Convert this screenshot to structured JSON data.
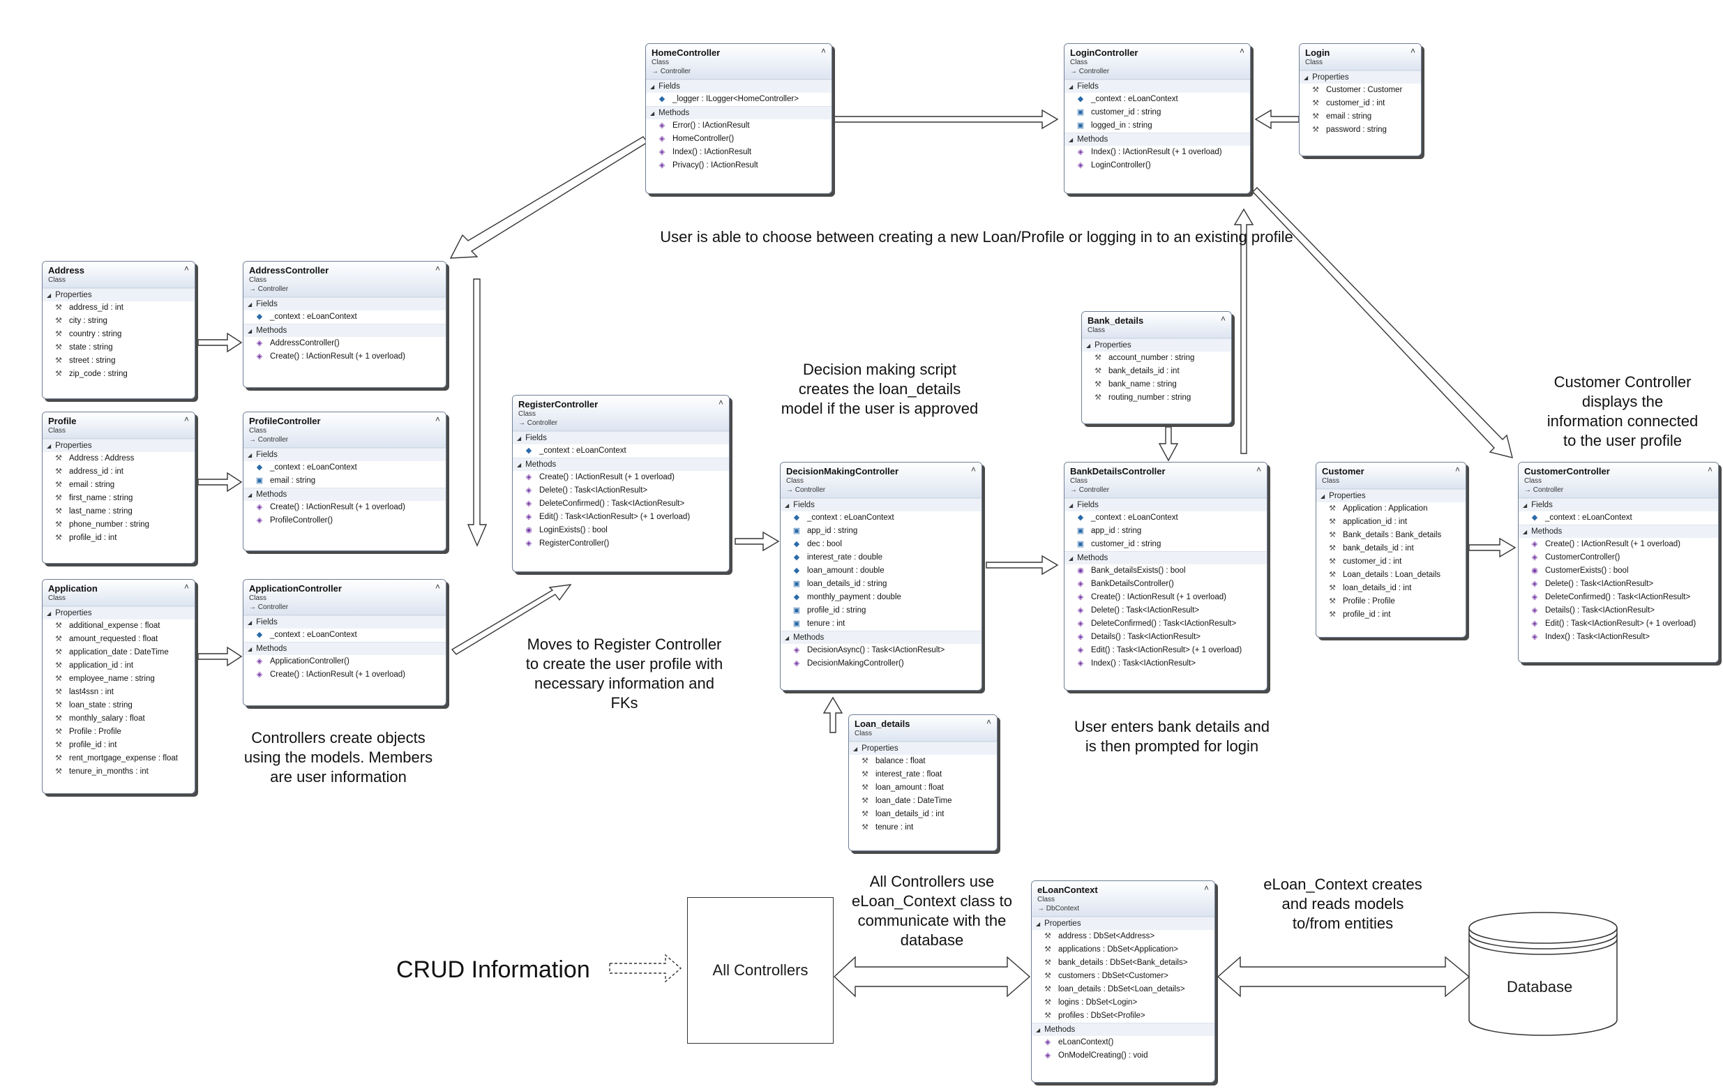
{
  "classes": {
    "home": {
      "name": "HomeController",
      "kind": "Class",
      "base": "Controller",
      "sections": [
        {
          "title": "Fields",
          "items": [
            "_logger : ILogger<HomeController>"
          ],
          "icons": [
            "field"
          ]
        },
        {
          "title": "Methods",
          "items": [
            "Error() : IActionResult",
            "HomeController()",
            "Index() : IActionResult",
            "Privacy() : IActionResult"
          ],
          "icons": [
            "method",
            "method",
            "method",
            "method"
          ]
        }
      ]
    },
    "login_ctrl": {
      "name": "LoginController",
      "kind": "Class",
      "base": "Controller",
      "sections": [
        {
          "title": "Fields",
          "items": [
            "_context : eLoanContext",
            "customer_id : string",
            "logged_in : string"
          ],
          "icons": [
            "field",
            "pfield",
            "pfield"
          ]
        },
        {
          "title": "Methods",
          "items": [
            "Index() : IActionResult (+ 1 overload)",
            "LoginController()"
          ],
          "icons": [
            "method",
            "method"
          ]
        }
      ]
    },
    "login": {
      "name": "Login",
      "kind": "Class",
      "base": "",
      "sections": [
        {
          "title": "Properties",
          "items": [
            "Customer : Customer",
            "customer_id : int",
            "email : string",
            "password : string"
          ],
          "icons": [
            "prop",
            "prop",
            "prop",
            "prop"
          ]
        }
      ]
    },
    "address": {
      "name": "Address",
      "kind": "Class",
      "base": "",
      "sections": [
        {
          "title": "Properties",
          "items": [
            "address_id : int",
            "city : string",
            "country : string",
            "state : string",
            "street : string",
            "zip_code : string"
          ],
          "icons": [
            "prop",
            "prop",
            "prop",
            "prop",
            "prop",
            "prop"
          ]
        }
      ]
    },
    "address_ctrl": {
      "name": "AddressController",
      "kind": "Class",
      "base": "Controller",
      "sections": [
        {
          "title": "Fields",
          "items": [
            "_context : eLoanContext"
          ],
          "icons": [
            "field"
          ]
        },
        {
          "title": "Methods",
          "items": [
            "AddressController()",
            "Create() : IActionResult (+ 1 overload)"
          ],
          "icons": [
            "method",
            "method"
          ]
        }
      ]
    },
    "profile": {
      "name": "Profile",
      "kind": "Class",
      "base": "",
      "sections": [
        {
          "title": "Properties",
          "items": [
            "Address : Address",
            "address_id : int",
            "email : string",
            "first_name : string",
            "last_name : string",
            "phone_number : string",
            "profile_id : int"
          ],
          "icons": [
            "prop",
            "prop",
            "prop",
            "prop",
            "prop",
            "prop",
            "prop"
          ]
        }
      ]
    },
    "profile_ctrl": {
      "name": "ProfileController",
      "kind": "Class",
      "base": "Controller",
      "sections": [
        {
          "title": "Fields",
          "items": [
            "_context : eLoanContext",
            "email : string"
          ],
          "icons": [
            "field",
            "pfield"
          ]
        },
        {
          "title": "Methods",
          "items": [
            "Create() : IActionResult (+ 1 overload)",
            "ProfileController()"
          ],
          "icons": [
            "method",
            "method"
          ]
        }
      ]
    },
    "application": {
      "name": "Application",
      "kind": "Class",
      "base": "",
      "sections": [
        {
          "title": "Properties",
          "items": [
            "additional_expense : float",
            "amount_requested : float",
            "application_date : DateTime",
            "application_id : int",
            "employee_name : string",
            "last4ssn : int",
            "loan_state : string",
            "monthly_salary : float",
            "Profile : Profile",
            "profile_id : int",
            "rent_mortgage_expense : float",
            "tenure_in_months : int"
          ],
          "icons": [
            "prop",
            "prop",
            "prop",
            "prop",
            "prop",
            "prop",
            "prop",
            "prop",
            "prop",
            "prop",
            "prop",
            "prop"
          ]
        }
      ]
    },
    "application_ctrl": {
      "name": "ApplicationController",
      "kind": "Class",
      "base": "Controller",
      "sections": [
        {
          "title": "Fields",
          "items": [
            "_context : eLoanContext"
          ],
          "icons": [
            "field"
          ]
        },
        {
          "title": "Methods",
          "items": [
            "ApplicationController()",
            "Create() : IActionResult (+ 1 overload)"
          ],
          "icons": [
            "method",
            "method"
          ]
        }
      ]
    },
    "register_ctrl": {
      "name": "RegisterController",
      "kind": "Class",
      "base": "Controller",
      "sections": [
        {
          "title": "Fields",
          "items": [
            "_context : eLoanContext"
          ],
          "icons": [
            "field"
          ]
        },
        {
          "title": "Methods",
          "items": [
            "Create() : IActionResult (+ 1 overload)",
            "Delete() : Task<IActionResult>",
            "DeleteConfirmed() : Task<IActionResult>",
            "Edit() : Task<IActionResult> (+ 1 overload)",
            "LoginExists() : bool",
            "RegisterController()"
          ],
          "icons": [
            "method",
            "method",
            "method",
            "method",
            "pmethod",
            "method"
          ]
        }
      ]
    },
    "decision_ctrl": {
      "name": "DecisionMakingController",
      "kind": "Class",
      "base": "Controller",
      "sections": [
        {
          "title": "Fields",
          "items": [
            "_context : eLoanContext",
            "app_id : string",
            "dec : bool",
            "interest_rate : double",
            "loan_amount : double",
            "loan_details_id : string",
            "monthly_payment : double",
            "profile_id : string",
            "tenure : int"
          ],
          "icons": [
            "field",
            "pfield",
            "field",
            "field",
            "field",
            "pfield",
            "field",
            "pfield",
            "pfield"
          ]
        },
        {
          "title": "Methods",
          "items": [
            "DecisionAsync() : Task<IActionResult>",
            "DecisionMakingController()"
          ],
          "icons": [
            "method",
            "method"
          ]
        }
      ]
    },
    "loan_details": {
      "name": "Loan_details",
      "kind": "Class",
      "base": "",
      "sections": [
        {
          "title": "Properties",
          "items": [
            "balance : float",
            "interest_rate : float",
            "loan_amount : float",
            "loan_date : DateTime",
            "loan_details_id : int",
            "tenure : int"
          ],
          "icons": [
            "prop",
            "prop",
            "prop",
            "prop",
            "prop",
            "prop"
          ]
        }
      ]
    },
    "bank_details": {
      "name": "Bank_details",
      "kind": "Class",
      "base": "",
      "sections": [
        {
          "title": "Properties",
          "items": [
            "account_number : string",
            "bank_details_id : int",
            "bank_name : string",
            "routing_number : string"
          ],
          "icons": [
            "prop",
            "prop",
            "prop",
            "prop"
          ]
        }
      ]
    },
    "bank_ctrl": {
      "name": "BankDetailsController",
      "kind": "Class",
      "base": "Controller",
      "sections": [
        {
          "title": "Fields",
          "items": [
            "_context : eLoanContext",
            "app_id : string",
            "customer_id : string"
          ],
          "icons": [
            "field",
            "pfield",
            "pfield"
          ]
        },
        {
          "title": "Methods",
          "items": [
            "Bank_detailsExists() : bool",
            "BankDetailsController()",
            "Create() : IActionResult (+ 1 overload)",
            "Delete() : Task<IActionResult>",
            "DeleteConfirmed() : Task<IActionResult>",
            "Details() : Task<IActionResult>",
            "Edit() : Task<IActionResult> (+ 1 overload)",
            "Index() : Task<IActionResult>"
          ],
          "icons": [
            "pmethod",
            "method",
            "method",
            "method",
            "method",
            "method",
            "method",
            "method"
          ]
        }
      ]
    },
    "customer": {
      "name": "Customer",
      "kind": "Class",
      "base": "",
      "sections": [
        {
          "title": "Properties",
          "items": [
            "Application : Application",
            "application_id : int",
            "Bank_details : Bank_details",
            "bank_details_id : int",
            "customer_id : int",
            "Loan_details : Loan_details",
            "loan_details_id : int",
            "Profile : Profile",
            "profile_id : int"
          ],
          "icons": [
            "prop",
            "prop",
            "prop",
            "prop",
            "prop",
            "prop",
            "prop",
            "prop",
            "prop"
          ]
        }
      ]
    },
    "customer_ctrl": {
      "name": "CustomerController",
      "kind": "Class",
      "base": "Controller",
      "sections": [
        {
          "title": "Fields",
          "items": [
            "_context : eLoanContext"
          ],
          "icons": [
            "field"
          ]
        },
        {
          "title": "Methods",
          "items": [
            "Create() : IActionResult (+ 1 overload)",
            "CustomerController()",
            "CustomerExists() : bool",
            "Delete() : Task<IActionResult>",
            "DeleteConfirmed() : Task<IActionResult>",
            "Details() : Task<IActionResult>",
            "Edit() : Task<IActionResult> (+ 1 overload)",
            "Index() : Task<IActionResult>"
          ],
          "icons": [
            "method",
            "method",
            "pmethod",
            "method",
            "method",
            "method",
            "method",
            "method"
          ]
        }
      ]
    },
    "eloan": {
      "name": "eLoanContext",
      "kind": "Class",
      "base": "DbContext",
      "sections": [
        {
          "title": "Properties",
          "items": [
            "address : DbSet<Address>",
            "applications : DbSet<Application>",
            "bank_details : DbSet<Bank_details>",
            "customers : DbSet<Customer>",
            "loan_details : DbSet<Loan_details>",
            "logins : DbSet<Login>",
            "profiles : DbSet<Profile>"
          ],
          "icons": [
            "prop",
            "prop",
            "prop",
            "prop",
            "prop",
            "prop",
            "prop"
          ]
        },
        {
          "title": "Methods",
          "items": [
            "eLoanContext()",
            "OnModelCreating() : void"
          ],
          "icons": [
            "method",
            "method"
          ]
        }
      ]
    }
  },
  "notes": {
    "user_choice": "User is able to choose between creating a new Loan/Profile or logging in to an existing profile",
    "decision": [
      "Decision making script",
      "creates the loan_details",
      "model if the user is approved"
    ],
    "customer_ctrl": [
      "Customer Controller",
      "displays the",
      "information connected",
      "to the user profile"
    ],
    "register": [
      "Moves to Register Controller",
      "to create the user profile with",
      "necessary information and",
      "FKs"
    ],
    "controllers": [
      "Controllers create objects",
      "using the models. Members",
      "are user information"
    ],
    "bank": [
      "User enters bank details and",
      "is then prompted for login"
    ],
    "all_ctrl_use": [
      "All Controllers use",
      "eLoan_Context class to",
      "communicate with the",
      "database"
    ],
    "eloan_creates": [
      "eLoan_Context creates",
      "and reads models",
      "to/from entities"
    ],
    "crud": "CRUD Information"
  },
  "boxes": {
    "all_controllers": "All Controllers",
    "database": "Database"
  },
  "icons": {
    "prop": "wrench-icon",
    "field": "field-icon",
    "pfield": "private-field-icon",
    "method": "method-icon",
    "pmethod": "private-method-icon"
  },
  "colors": {
    "border": "#6f7f95",
    "header": "#dde5f1",
    "section": "#eef2f8"
  }
}
